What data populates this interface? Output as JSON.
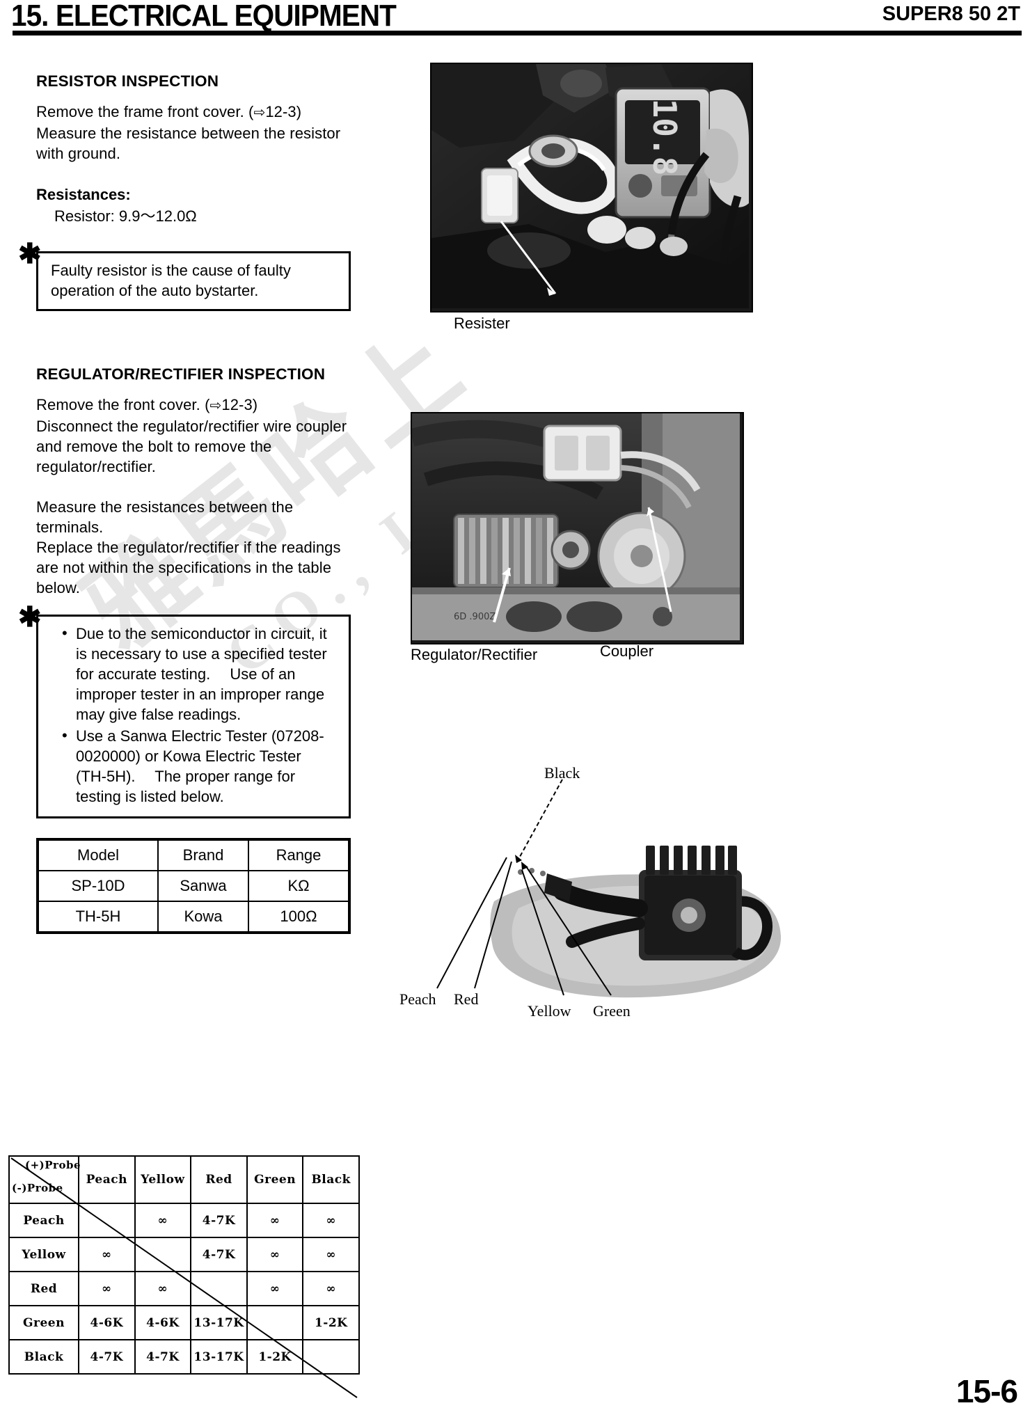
{
  "header": {
    "chapter_title": "15. ELECTRICAL EQUIPMENT",
    "model": "SUPER8 50 2T"
  },
  "watermark": {
    "line1": "雅馬哈上",
    "line2": "CO., LTD"
  },
  "resistor_section": {
    "heading": "RESISTOR INSPECTION",
    "paragraph": "Remove the frame front cover. (⇦12-3)\nMeasure the resistance between the resistor\nwith ground.",
    "line1": "Remove the frame front cover. (",
    "ref1": "12-3)",
    "line2": "Measure the resistance between the resistor",
    "line3": "with ground.",
    "spec_label": "Resistances:",
    "spec_value": "Resistor: 9.9～12.0Ω",
    "note": "Faulty resistor is the cause of faulty\noperation of the auto bystarter.",
    "note_line1": "Faulty resistor is the cause of faulty",
    "note_line2": "operation of the auto bystarter.",
    "star": "✱"
  },
  "regulator_section": {
    "heading": "REGULATOR/RECTIFIER INSPECTION",
    "line1": "Remove the front cover. (",
    "ref1": "12-3)",
    "line2": "Disconnect the regulator/rectifier wire coupler",
    "line3": "and remove the bolt to remove the",
    "line4": "regulator/rectifier.",
    "line5": "Measure the resistances between the",
    "line6": "terminals.",
    "line7": "Replace the regulator/rectifier if the readings",
    "line8": "are not within the specifications in the table",
    "line9": "below.",
    "star": "✱",
    "bullets": [
      "Due to the semiconductor in circuit, it is necessary to use a specified tester for accurate testing. Use of an improper tester in an improper range may give false readings.",
      "Use a Sanwa Electric Tester (07208-0020000) or Kowa Electric Tester (TH-5H). The proper range for testing is listed below."
    ],
    "bullet1_lines": [
      "Due to the semiconductor in circuit, it",
      "is necessary to use a specified tester",
      "for accurate testing.  Use of an",
      "improper tester in an improper range",
      "may give false readings."
    ],
    "bullet2_lines": [
      "Use a Sanwa Electric Tester (07208-",
      "0020000) or Kowa Electric Tester",
      "(TH-5H).  The proper range for",
      "testing is listed below."
    ]
  },
  "tester_table": {
    "headers": [
      "Model",
      "Brand",
      "Range"
    ],
    "rows": [
      [
        "SP-10D",
        "Sanwa",
        "KΩ"
      ],
      [
        "TH-5H",
        "Kowa",
        "100Ω"
      ]
    ]
  },
  "resistance_matrix": {
    "corner_plus": "(+)Probe",
    "corner_minus": "(-)Probe",
    "columns": [
      "Peach",
      "Yellow",
      "Red",
      "Green",
      "Black"
    ],
    "rows": [
      {
        "label": "Peach",
        "cells": [
          "",
          "∞",
          "4-7K",
          "∞",
          "∞"
        ]
      },
      {
        "label": "Yellow",
        "cells": [
          "∞",
          "",
          "4-7K",
          "∞",
          "∞"
        ]
      },
      {
        "label": "Red",
        "cells": [
          "∞",
          "∞",
          "",
          "∞",
          "∞"
        ]
      },
      {
        "label": "Green",
        "cells": [
          "4-6K",
          "4-6K",
          "13-17K",
          "",
          "1-2K"
        ]
      },
      {
        "label": "Black",
        "cells": [
          "4-7K",
          "4-7K",
          "13-17K",
          "1-2K",
          ""
        ]
      }
    ]
  },
  "figures": {
    "fig1_caption": "Resister",
    "fig1_meter_reading": "10.8",
    "fig2_caption_left": "Regulator/Rectifier",
    "fig2_caption_right": "Coupler",
    "fig3_labels": {
      "black": "Black",
      "peach": "Peach",
      "red": "Red",
      "yellow": "Yellow",
      "green": "Green"
    }
  },
  "footer": {
    "page_number": "15-6"
  }
}
